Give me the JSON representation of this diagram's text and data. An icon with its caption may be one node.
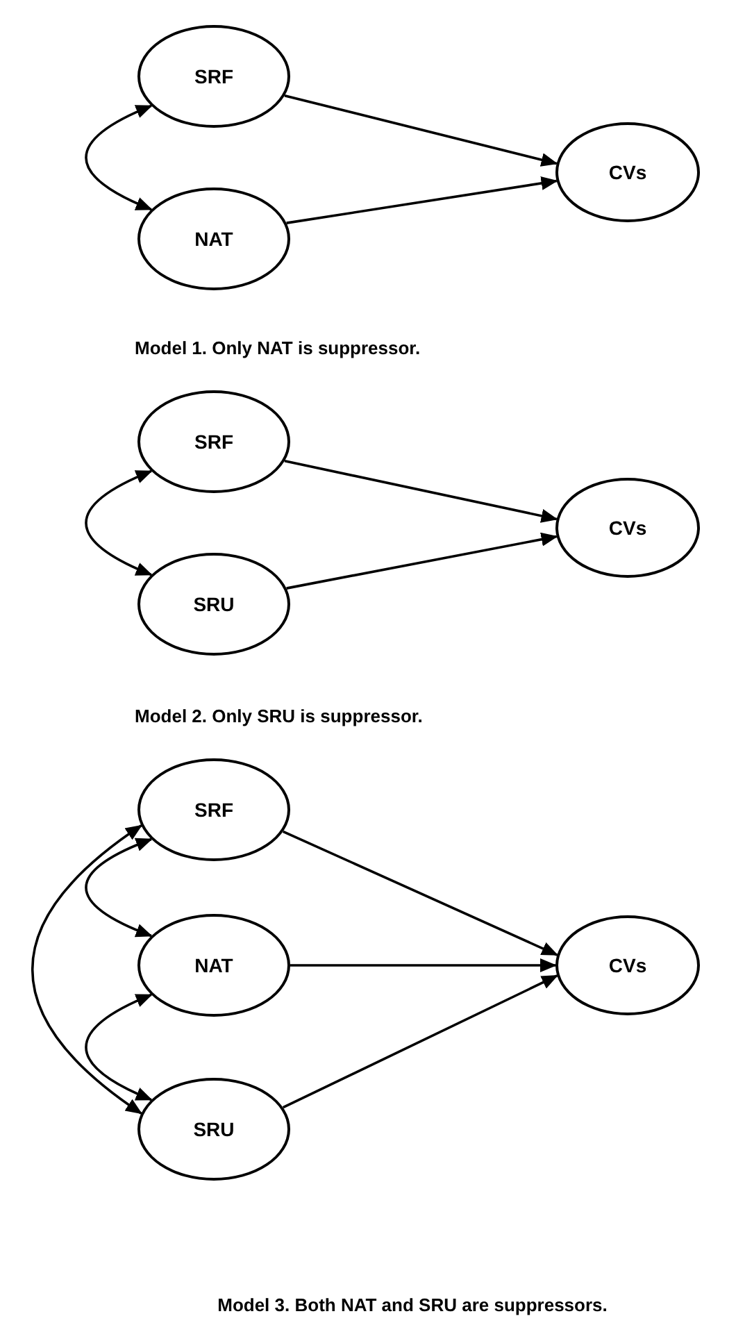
{
  "diagram": {
    "nodes": [
      {
        "text": [
          "SRF"
        ]
      },
      {
        "text": [
          "NAT"
        ]
      },
      {
        "text": [
          "CVs"
        ]
      },
      {
        "text": [
          "SRF"
        ]
      },
      {
        "text": [
          "SRU"
        ]
      },
      {
        "text": [
          "CVs"
        ]
      },
      {
        "text": [
          "SRF"
        ]
      },
      {
        "text": [
          "NAT"
        ]
      },
      {
        "text": [
          "SRU"
        ]
      },
      {
        "text": [
          "CVs"
        ]
      }
    ],
    "edges": [
      {
        "from": 0,
        "to": 2,
        "arrow": "to"
      },
      {
        "from": 1,
        "to": 2,
        "arrow": "to"
      },
      {
        "from": 0,
        "to": 1,
        "arrow": "both"
      },
      {
        "from": 3,
        "to": 5,
        "arrow": "to"
      },
      {
        "from": 4,
        "to": 5,
        "arrow": "to"
      },
      {
        "from": 3,
        "to": 4,
        "arrow": "both"
      },
      {
        "from": 6,
        "to": 9,
        "arrow": "to"
      },
      {
        "from": 7,
        "to": 9,
        "arrow": "to"
      },
      {
        "from": 8,
        "to": 9,
        "arrow": "to"
      },
      {
        "from": 6,
        "to": 7,
        "arrow": "both"
      },
      {
        "from": 7,
        "to": 8,
        "arrow": "both"
      },
      {
        "from": 6,
        "to": 8,
        "arrow": "both"
      }
    ],
    "labels": [
      "Model 1. Only NAT is suppressor.",
      "Model 2. Only SRU is suppressor.",
      "Model 3. Both NAT and SRU are suppressors."
    ]
  }
}
